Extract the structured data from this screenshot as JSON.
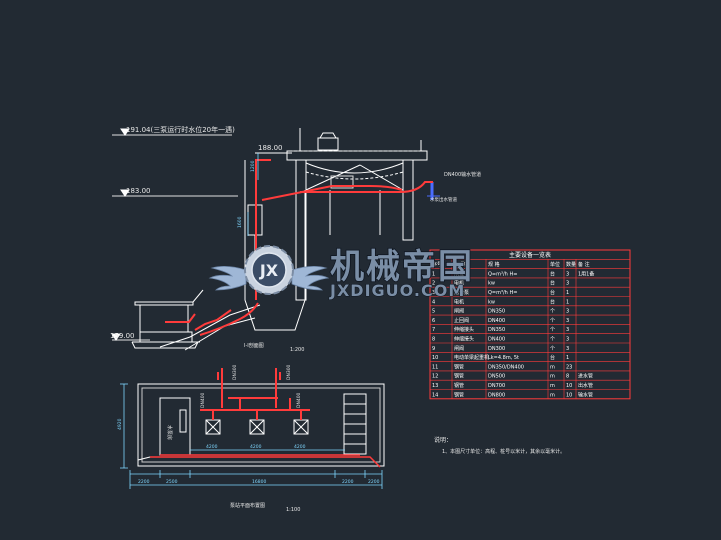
{
  "elevations": {
    "top_left": "191.04(三泵运行时水位20年一遇)",
    "platform": "188.00",
    "mid_left": "183.00",
    "bottom_left": "159.00"
  },
  "labels": {
    "pipe_right": "DN400输水管道",
    "pipe_right_sub": "水泵出水管道",
    "section_title": "I-I剖面图",
    "section_scale": "1:200",
    "plan_title": "泵站平面布置图",
    "plan_scale": "1:100",
    "pump_room": "水泵房",
    "pump_tag_1": "DN400",
    "pump_tag_2": "DN400",
    "riser_tag_1": "DN300",
    "riser_tag_2": "DN300"
  },
  "dimensions": {
    "bottom_total": "16800",
    "bottom_segments": [
      "2200",
      "2500",
      "2200",
      "2200"
    ],
    "inner_segments": [
      "4200",
      "4200",
      "4200"
    ],
    "left_height": "4920",
    "left_heights": [
      "1600",
      "1200"
    ]
  },
  "equipment_table": {
    "title": "主要设备一览表",
    "headers": [
      "序号",
      "名 称",
      "规 格",
      "单位",
      "数量",
      "备 注"
    ],
    "rows": [
      [
        "1",
        "水泵",
        "Q=m³/h H=",
        "台",
        "3",
        "1用1备"
      ],
      [
        "2",
        "电机",
        "kw",
        "台",
        "3",
        ""
      ],
      [
        "3",
        "潜污泵",
        "Q=m³/h H=",
        "台",
        "1",
        ""
      ],
      [
        "4",
        "电机",
        "kw",
        "台",
        "1",
        ""
      ],
      [
        "5",
        "闸阀",
        "DN350",
        "个",
        "3",
        ""
      ],
      [
        "6",
        "止回阀",
        "DN400",
        "个",
        "3",
        ""
      ],
      [
        "7",
        "伸缩接头",
        "DN350",
        "个",
        "3",
        ""
      ],
      [
        "8",
        "伸缩接头",
        "DN400",
        "个",
        "3",
        ""
      ],
      [
        "9",
        "闸阀",
        "DN300",
        "个",
        "3",
        ""
      ],
      [
        "10",
        "电动单梁起重机",
        "Lk=4.8m, 5t",
        "台",
        "1",
        ""
      ],
      [
        "11",
        "钢管",
        "DN350/DN400",
        "m",
        "23",
        ""
      ],
      [
        "12",
        "钢管",
        "DN500",
        "m",
        "8",
        "进水管"
      ],
      [
        "13",
        "钢管",
        "DN700",
        "m",
        "10",
        "出水管"
      ],
      [
        "14",
        "钢管",
        "DN800",
        "m",
        "10",
        "输水管"
      ]
    ]
  },
  "notes": {
    "title": "说明：",
    "line1": "1、本图尺寸单位：高程、桩号以米计，其余以毫米计。"
  },
  "watermark": {
    "cn": "机械帝国",
    "en": "JXDIGUO.COM",
    "badge": "JX"
  },
  "colors": {
    "background": "#222a33",
    "line": "#ffffff",
    "pipe": "#ff3b3b",
    "dimension": "#7fd7ff",
    "accent": "#4a6cff"
  }
}
